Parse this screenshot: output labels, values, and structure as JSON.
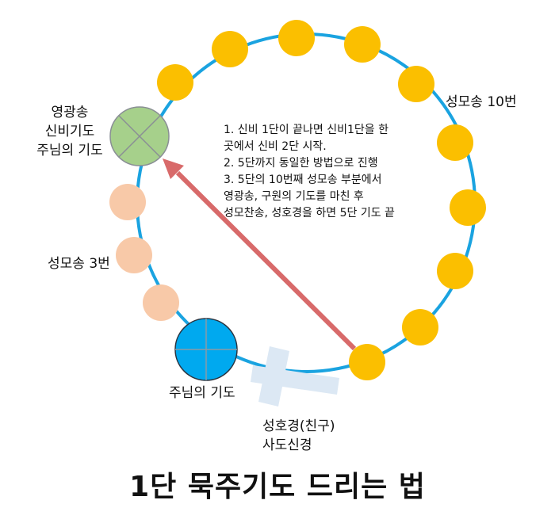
{
  "labels": {
    "glory_be_block": [
      "영광송",
      "신비기도",
      "주님의 기도"
    ],
    "hail_mary_10": "성모송 10번",
    "hail_mary_3": "성모송 3번",
    "lords_prayer": "주님의 기도",
    "cross_lines": [
      "성호경(친구)",
      "사도신경"
    ]
  },
  "instructions": [
    "1. 신비 1단이 끝나면 신비1단을 한",
    "곳에서 신비 2단 시작.",
    "2. 5단까지 동일한 방법으로 진행",
    "3. 5단의 10번째 성모송 부분에서",
    "영광송, 구원의 기도를 마친 후",
    "성모찬송, 성호경을 하면 5단 기도 끝"
  ],
  "title": "1단 묵주기도 드리는 법",
  "colors": {
    "ring": "#1aa3e0",
    "hail_mary_bead": "#fbbf00",
    "small_bead": "#f8c9a8",
    "mystery_bead": "#a6d08b",
    "lords_prayer_bead": "#00a9ef",
    "arrow": "#d86a6a",
    "cross": "#dce8f4"
  },
  "icons": [
    "crucifix-cross-icon",
    "direction-arrow-icon"
  ]
}
